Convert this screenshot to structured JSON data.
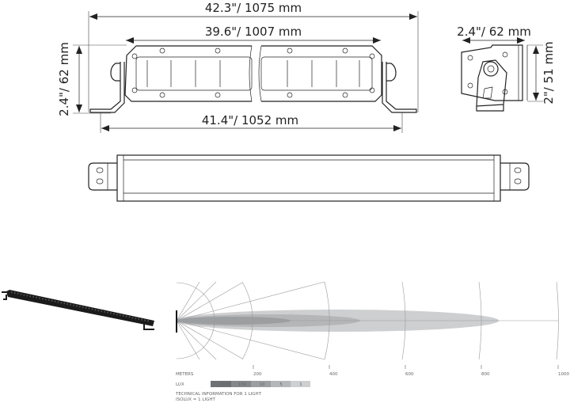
{
  "dimensions": {
    "overall_length": "42.3\"/ 1075 mm",
    "housing_length": "39.6\"/ 1007 mm",
    "mount_length": "41.4\"/ 1052 mm",
    "front_height": "2.4\"/ 62 mm",
    "side_depth": "2.4\"/ 62 mm",
    "side_height": "2\"/ 51 mm"
  },
  "isolux": {
    "axis_label": "METERS",
    "ticks": [
      "200",
      "400",
      "600",
      "800",
      "1000"
    ],
    "lux_label": "LUX",
    "lux_levels": [
      "1000",
      "100",
      "10",
      "5",
      "1"
    ],
    "lux_colors": [
      "#6e7173",
      "#85888a",
      "#9c9fa1",
      "#b4b6b8",
      "#cdcfd1"
    ],
    "note_1": "TECHNICAL INFORMATION FOR 1 LIGHT",
    "note_2": "ISOLUX = 1 LIGHT"
  }
}
